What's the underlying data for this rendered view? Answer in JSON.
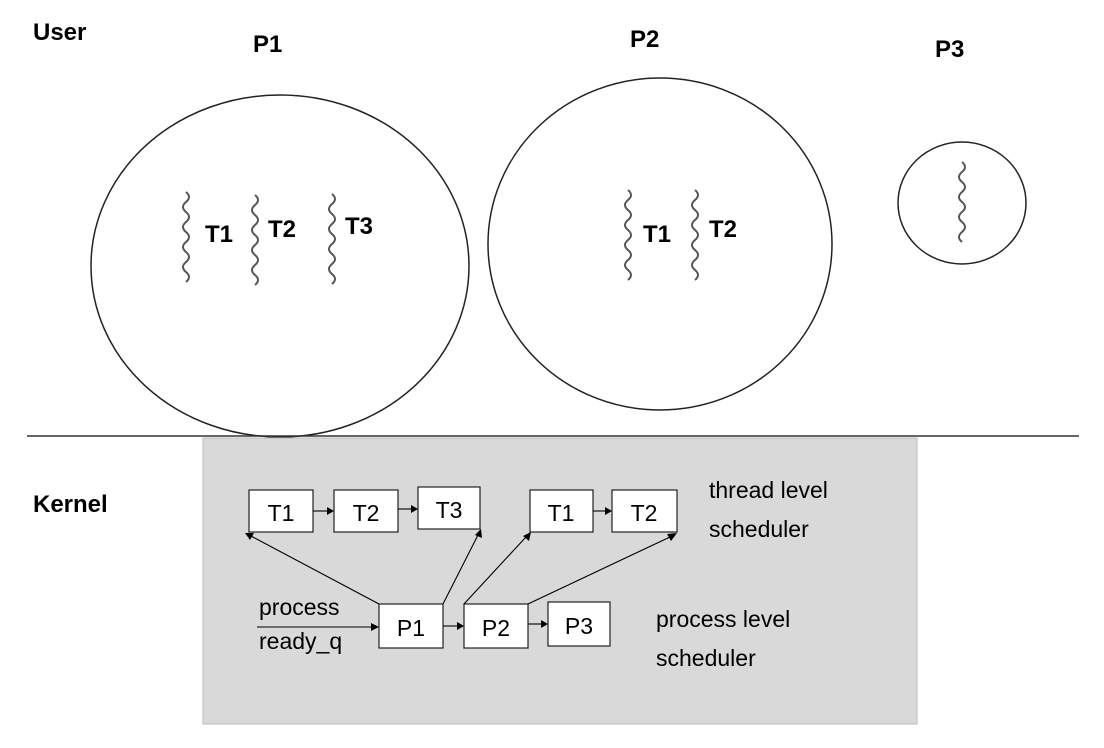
{
  "user_label": "User",
  "kernel_label": "Kernel",
  "processes": [
    {
      "name": "P1",
      "threads": [
        "T1",
        "T2",
        "T3"
      ]
    },
    {
      "name": "P2",
      "threads": [
        "T1",
        "T2"
      ]
    },
    {
      "name": "P3",
      "threads": [
        ""
      ]
    }
  ],
  "thread_queues": [
    {
      "items": [
        "T1",
        "T2",
        "T3"
      ]
    },
    {
      "items": [
        "T1",
        "T2"
      ]
    }
  ],
  "ready_queue": [
    "P1",
    "P2",
    "P3"
  ],
  "ready_queue_label": [
    "process",
    "ready_q"
  ],
  "thread_scheduler_label": [
    "thread level",
    "scheduler"
  ],
  "process_scheduler_label": [
    "process level",
    "scheduler"
  ],
  "colors": {
    "kernel_bg": "#d9d9d9",
    "thread_squiggle": "#555555"
  }
}
